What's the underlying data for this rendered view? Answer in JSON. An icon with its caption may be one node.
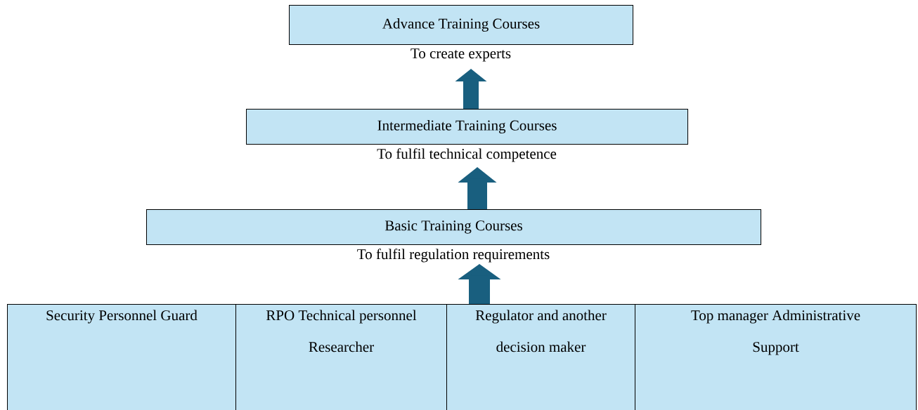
{
  "diagram": {
    "nodes": [
      {
        "text": [
          "Advance Training Courses"
        ],
        "beside": [
          "To create experts"
        ]
      },
      {
        "text": [
          "Intermediate Training Courses"
        ],
        "beside": [
          "To fulfil technical competence"
        ]
      },
      {
        "text": [
          "Basic Training Courses"
        ],
        "beside": [
          "To fulfil regulation requirements"
        ]
      },
      {
        "text": [
          "Security Personnel Guard"
        ]
      },
      {
        "text": [
          "RPO Technical personnel Researcher"
        ]
      },
      {
        "text": [
          "Regulator and another decision maker"
        ]
      },
      {
        "text": [
          "Top manager Administrative Support"
        ]
      }
    ],
    "edges": [
      {
        "from": 5,
        "to": 2,
        "arrow": "to"
      },
      {
        "from": 2,
        "to": 1,
        "arrow": "to"
      },
      {
        "from": 1,
        "to": 0,
        "arrow": "to"
      }
    ]
  }
}
